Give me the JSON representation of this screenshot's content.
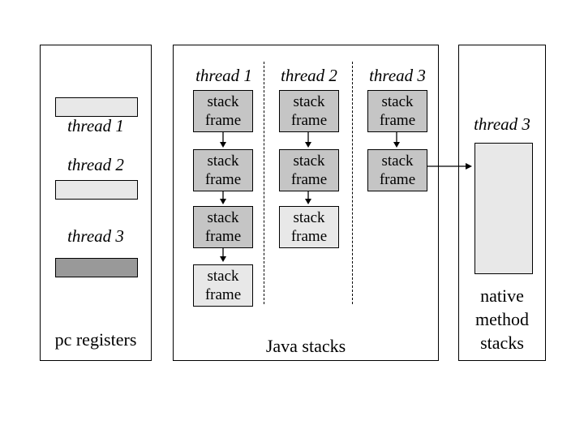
{
  "panels": {
    "pc_registers": {
      "caption": "pc registers",
      "entries": [
        {
          "thread": "thread 1",
          "fill": "#e8e8e8"
        },
        {
          "thread": "thread 2",
          "fill": "#e8e8e8"
        },
        {
          "thread": "thread 3",
          "fill": "#999999"
        }
      ]
    },
    "java_stacks": {
      "caption": "Java stacks",
      "columns": [
        {
          "header": "thread 1",
          "frames": [
            {
              "label": "stack frame",
              "fill": "#c5c5c5"
            },
            {
              "label": "stack frame",
              "fill": "#c5c5c5"
            },
            {
              "label": "stack frame",
              "fill": "#c5c5c5"
            },
            {
              "label": "stack frame",
              "fill": "#e8e8e8"
            }
          ]
        },
        {
          "header": "thread 2",
          "frames": [
            {
              "label": "stack frame",
              "fill": "#c5c5c5"
            },
            {
              "label": "stack frame",
              "fill": "#c5c5c5"
            },
            {
              "label": "stack frame",
              "fill": "#e8e8e8"
            }
          ]
        },
        {
          "header": "thread 3",
          "frames": [
            {
              "label": "stack frame",
              "fill": "#c5c5c5"
            },
            {
              "label": "stack frame",
              "fill": "#c5c5c5"
            }
          ]
        }
      ]
    },
    "native_method_stacks": {
      "header": "thread 3",
      "caption": "native method stacks",
      "stack_fill": "#e8e8e8"
    }
  },
  "colors": {
    "background": "#ffffff",
    "border": "#000000",
    "frame_gray": "#c5c5c5",
    "frame_light": "#e8e8e8",
    "register_dark": "#999999"
  }
}
